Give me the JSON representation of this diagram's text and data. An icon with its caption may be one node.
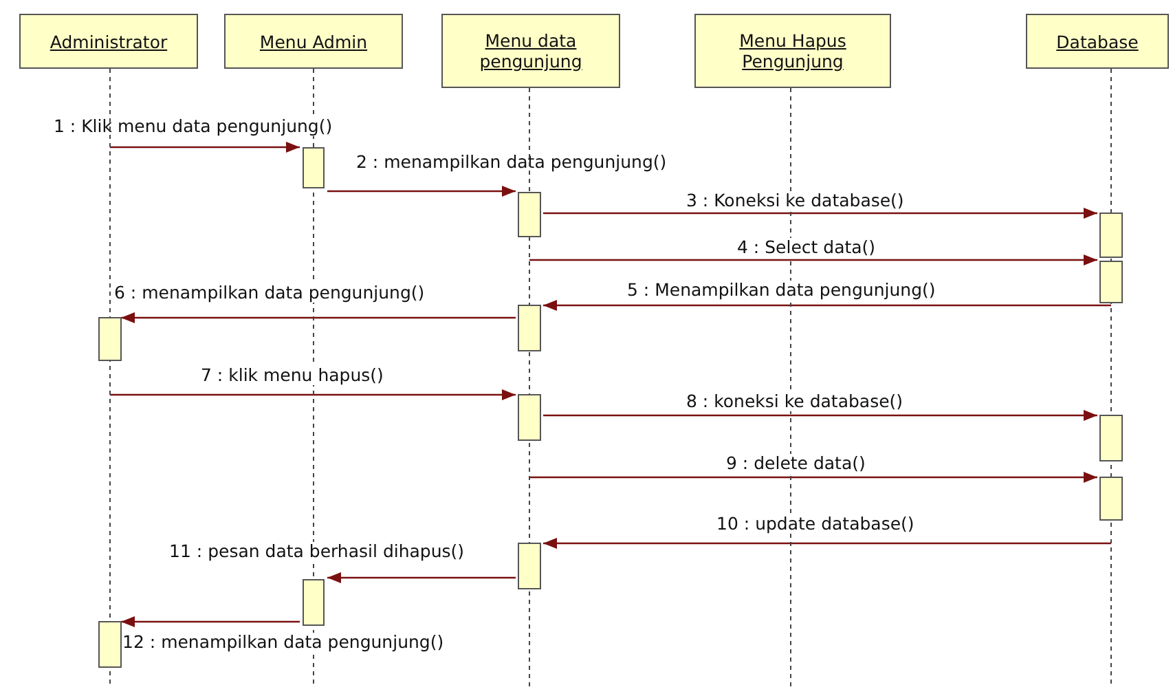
{
  "diagram": {
    "nodes": [
      {
        "text": [
          "Administrator"
        ]
      },
      {
        "text": [
          "Menu Admin"
        ]
      },
      {
        "text": [
          "Menu data pengunjung"
        ]
      },
      {
        "text": [
          "Menu Hapus Pengunjung"
        ]
      },
      {
        "text": [
          "Database"
        ]
      },
      {
        "text": [],
        "shape": "bar"
      },
      {
        "text": [],
        "shape": "bar"
      }
    ],
    "edges": [
      {
        "from": 0,
        "to": 5,
        "arrow": "to",
        "label": "1 : Klik menu data pengunjung()"
      },
      {
        "from": 5,
        "to": 2,
        "arrow": "to",
        "label": "2 : menampilkan data pengunjung()"
      },
      {
        "from": 2,
        "to": 4,
        "arrow": "to",
        "label": "3 : Koneksi ke database()"
      },
      {
        "from": 2,
        "to": 4,
        "arrow": "to",
        "label": "4 : Select data()"
      },
      {
        "from": 4,
        "to": 2,
        "arrow": "to",
        "label": "5 : Menampilkan data pengunjung()"
      },
      {
        "from": 2,
        "to": 0,
        "arrow": "to",
        "label": "6 : menampilkan data pengunjung()"
      },
      {
        "from": 0,
        "to": 2,
        "arrow": "to",
        "label": "7 : klik menu hapus()"
      },
      {
        "from": 2,
        "to": 4,
        "arrow": "to",
        "label": "8 : koneksi ke database()"
      },
      {
        "from": 2,
        "to": 4,
        "arrow": "to",
        "label": "9 : delete data()"
      },
      {
        "from": 4,
        "to": 2,
        "arrow": "to",
        "label": "10 : update database()"
      },
      {
        "from": 2,
        "to": 6,
        "arrow": "to",
        "label": "11 : pesan data berhasil dihapus()"
      },
      {
        "from": 6,
        "to": 0,
        "arrow": "to",
        "label": "12 : menampilkan data pengunjung()"
      }
    ]
  }
}
